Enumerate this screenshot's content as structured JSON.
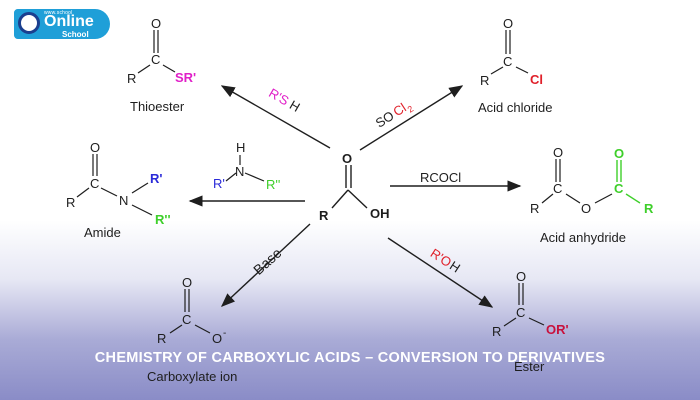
{
  "logo": {
    "small": "www.school",
    "main": "Online",
    "sub": "School"
  },
  "center": {
    "o": "O",
    "oh": "OH",
    "r": "R"
  },
  "thioester": {
    "o": "O",
    "c": "C",
    "r": "R",
    "sr": "SR'",
    "name": "Thioester",
    "reagent_r": "R'S",
    "reagent_h": "H"
  },
  "acid_chloride": {
    "o": "O",
    "c": "C",
    "r": "R",
    "cl": "Cl",
    "name": "Acid chloride",
    "reagent_so": "SO",
    "reagent_cl": "Cl",
    "reagent_sub": "2"
  },
  "amide": {
    "o": "O",
    "c": "C",
    "r": "R",
    "n": "N",
    "r1": "R'",
    "r2": "R''",
    "name": "Amide"
  },
  "amine_reagent": {
    "h": "H",
    "n": "N",
    "r1": "R'",
    "r2": "R''"
  },
  "anhydride": {
    "o1": "O",
    "c1": "C",
    "r1": "R",
    "o_bridge": "O",
    "o2": "O",
    "c2": "C",
    "r2": "R",
    "name": "Acid anhydride",
    "reagent": "RCOCl"
  },
  "carboxylate": {
    "o": "O",
    "c": "C",
    "r": "R",
    "o_minus": "O",
    "minus": "-",
    "name": "Carboxylate ion",
    "reagent": "Base"
  },
  "ester": {
    "o": "O",
    "c": "C",
    "r": "R",
    "or": "OR'",
    "name": "Ester",
    "reagent_r": "R'O",
    "reagent_h": "H"
  },
  "footer": {
    "title": "CHEMISTRY OF CARBOXYLIC ACIDS – CONVERSION TO DERIVATIVES"
  },
  "colors": {
    "magenta": "#e020c8",
    "red": "#e0202a",
    "green": "#3ecf2a",
    "blue": "#2a2ad8",
    "crimson": "#c8103c",
    "ink": "#1e1e1e"
  }
}
